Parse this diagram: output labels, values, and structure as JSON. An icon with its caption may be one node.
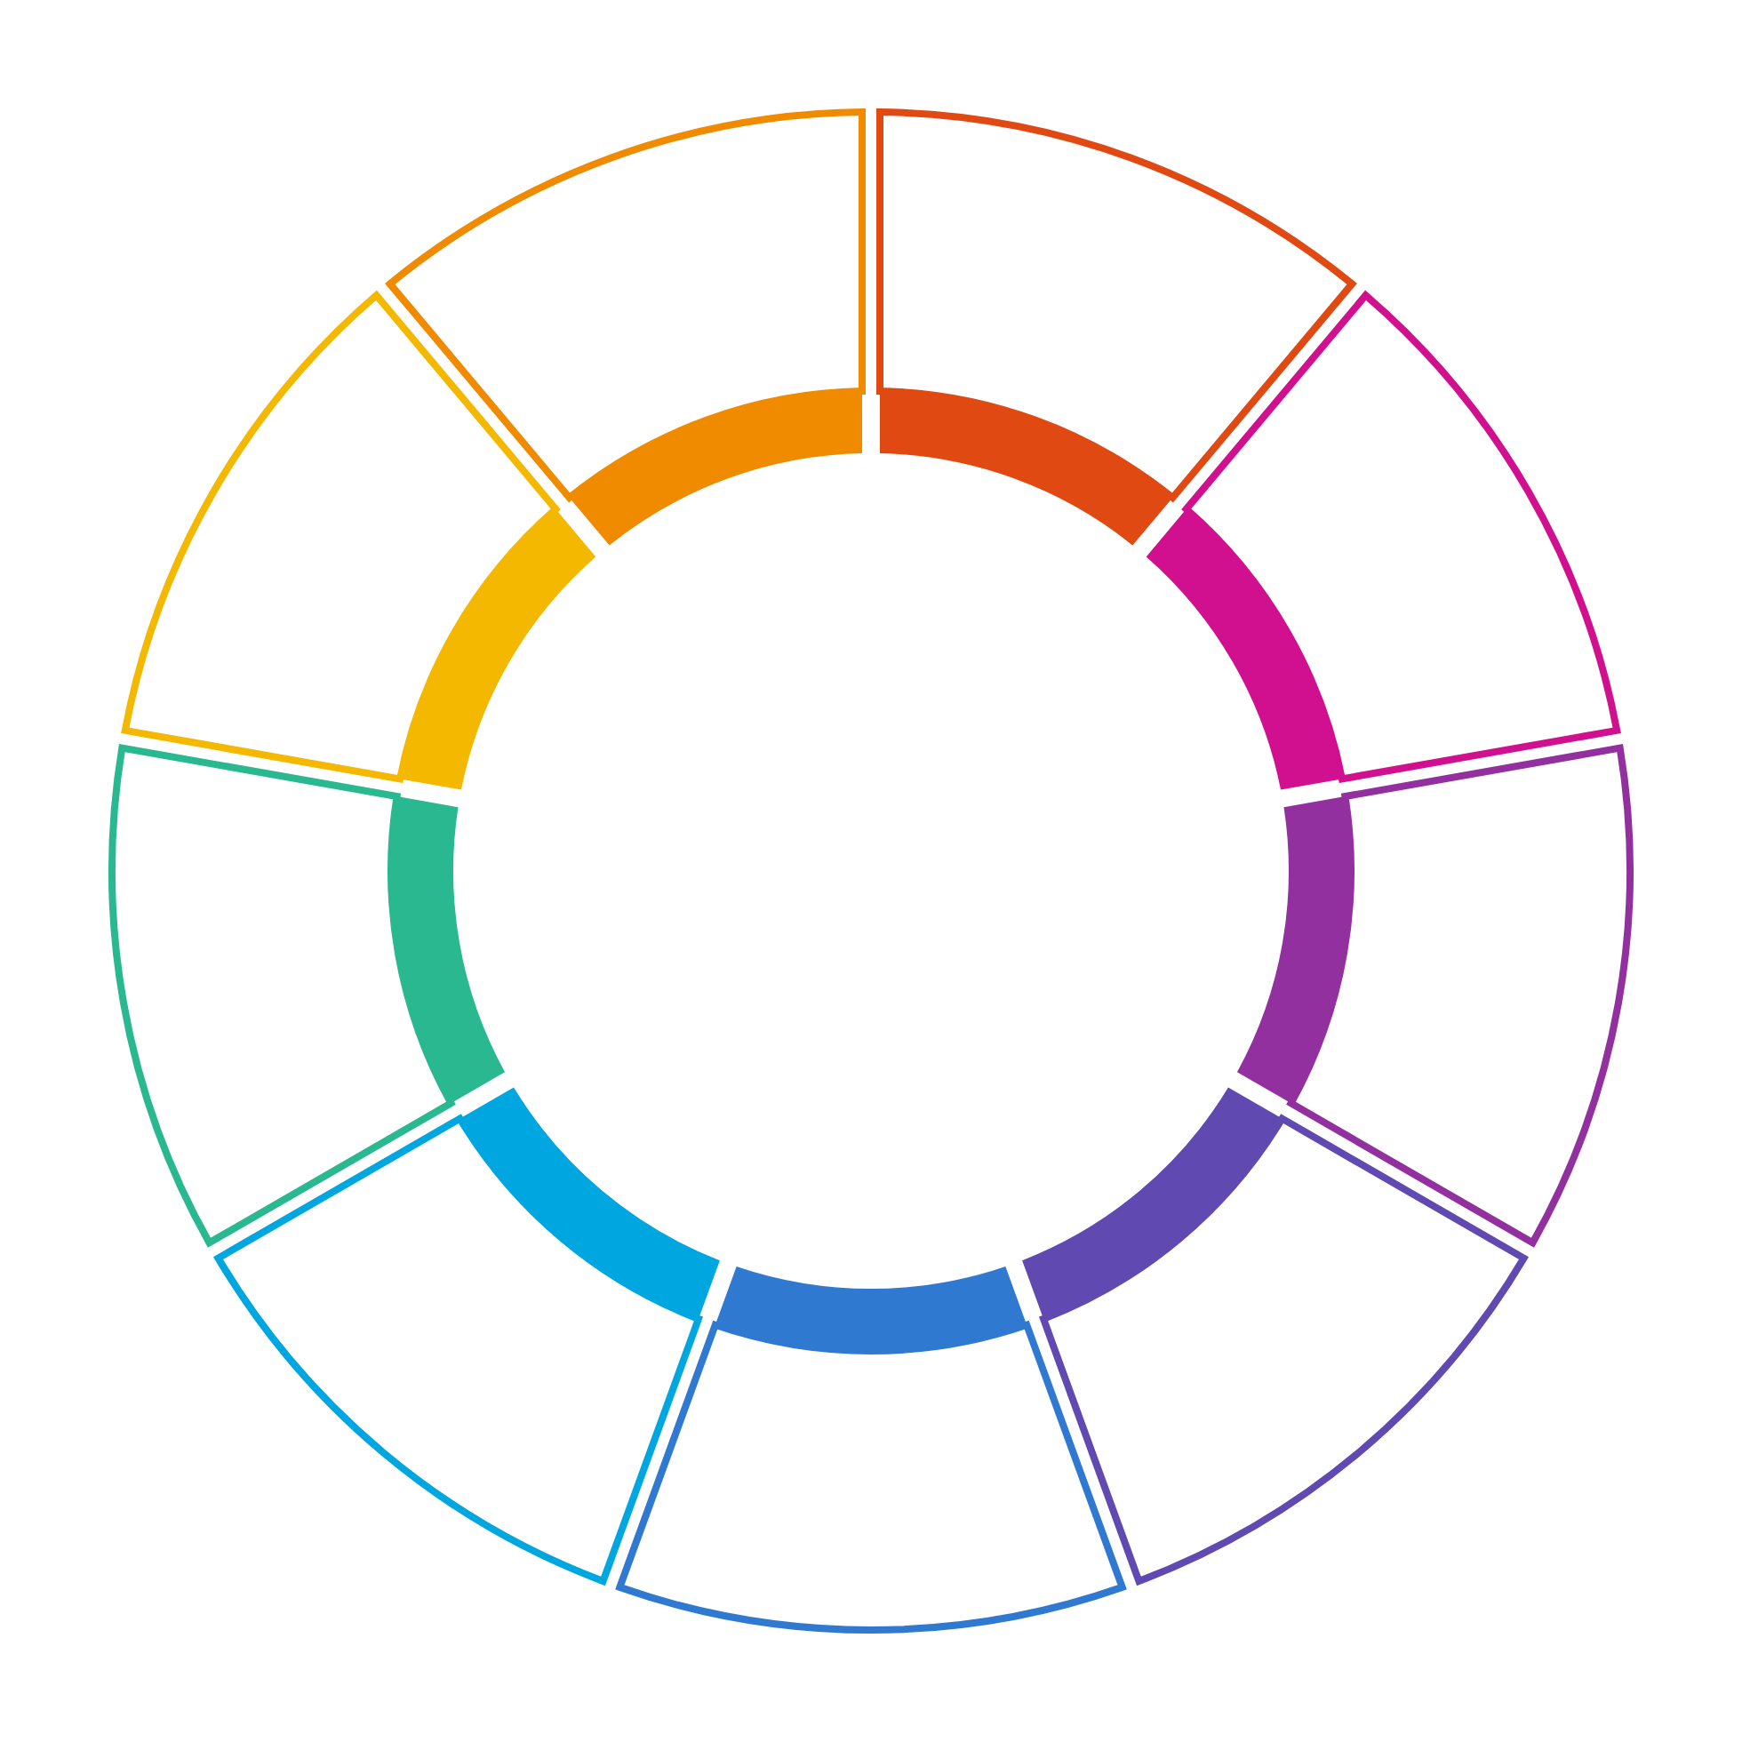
{
  "diagram": {
    "nodes": [
      {
        "text": [],
        "shape": "segment"
      },
      {
        "text": [],
        "shape": "segment"
      },
      {
        "text": [],
        "shape": "segment"
      },
      {
        "text": [],
        "shape": "segment"
      },
      {
        "text": [],
        "shape": "segment"
      },
      {
        "text": [],
        "shape": "segment"
      },
      {
        "text": [],
        "shape": "segment"
      },
      {
        "text": [],
        "shape": "segment"
      },
      {
        "text": [],
        "shape": "segment"
      }
    ]
  }
}
